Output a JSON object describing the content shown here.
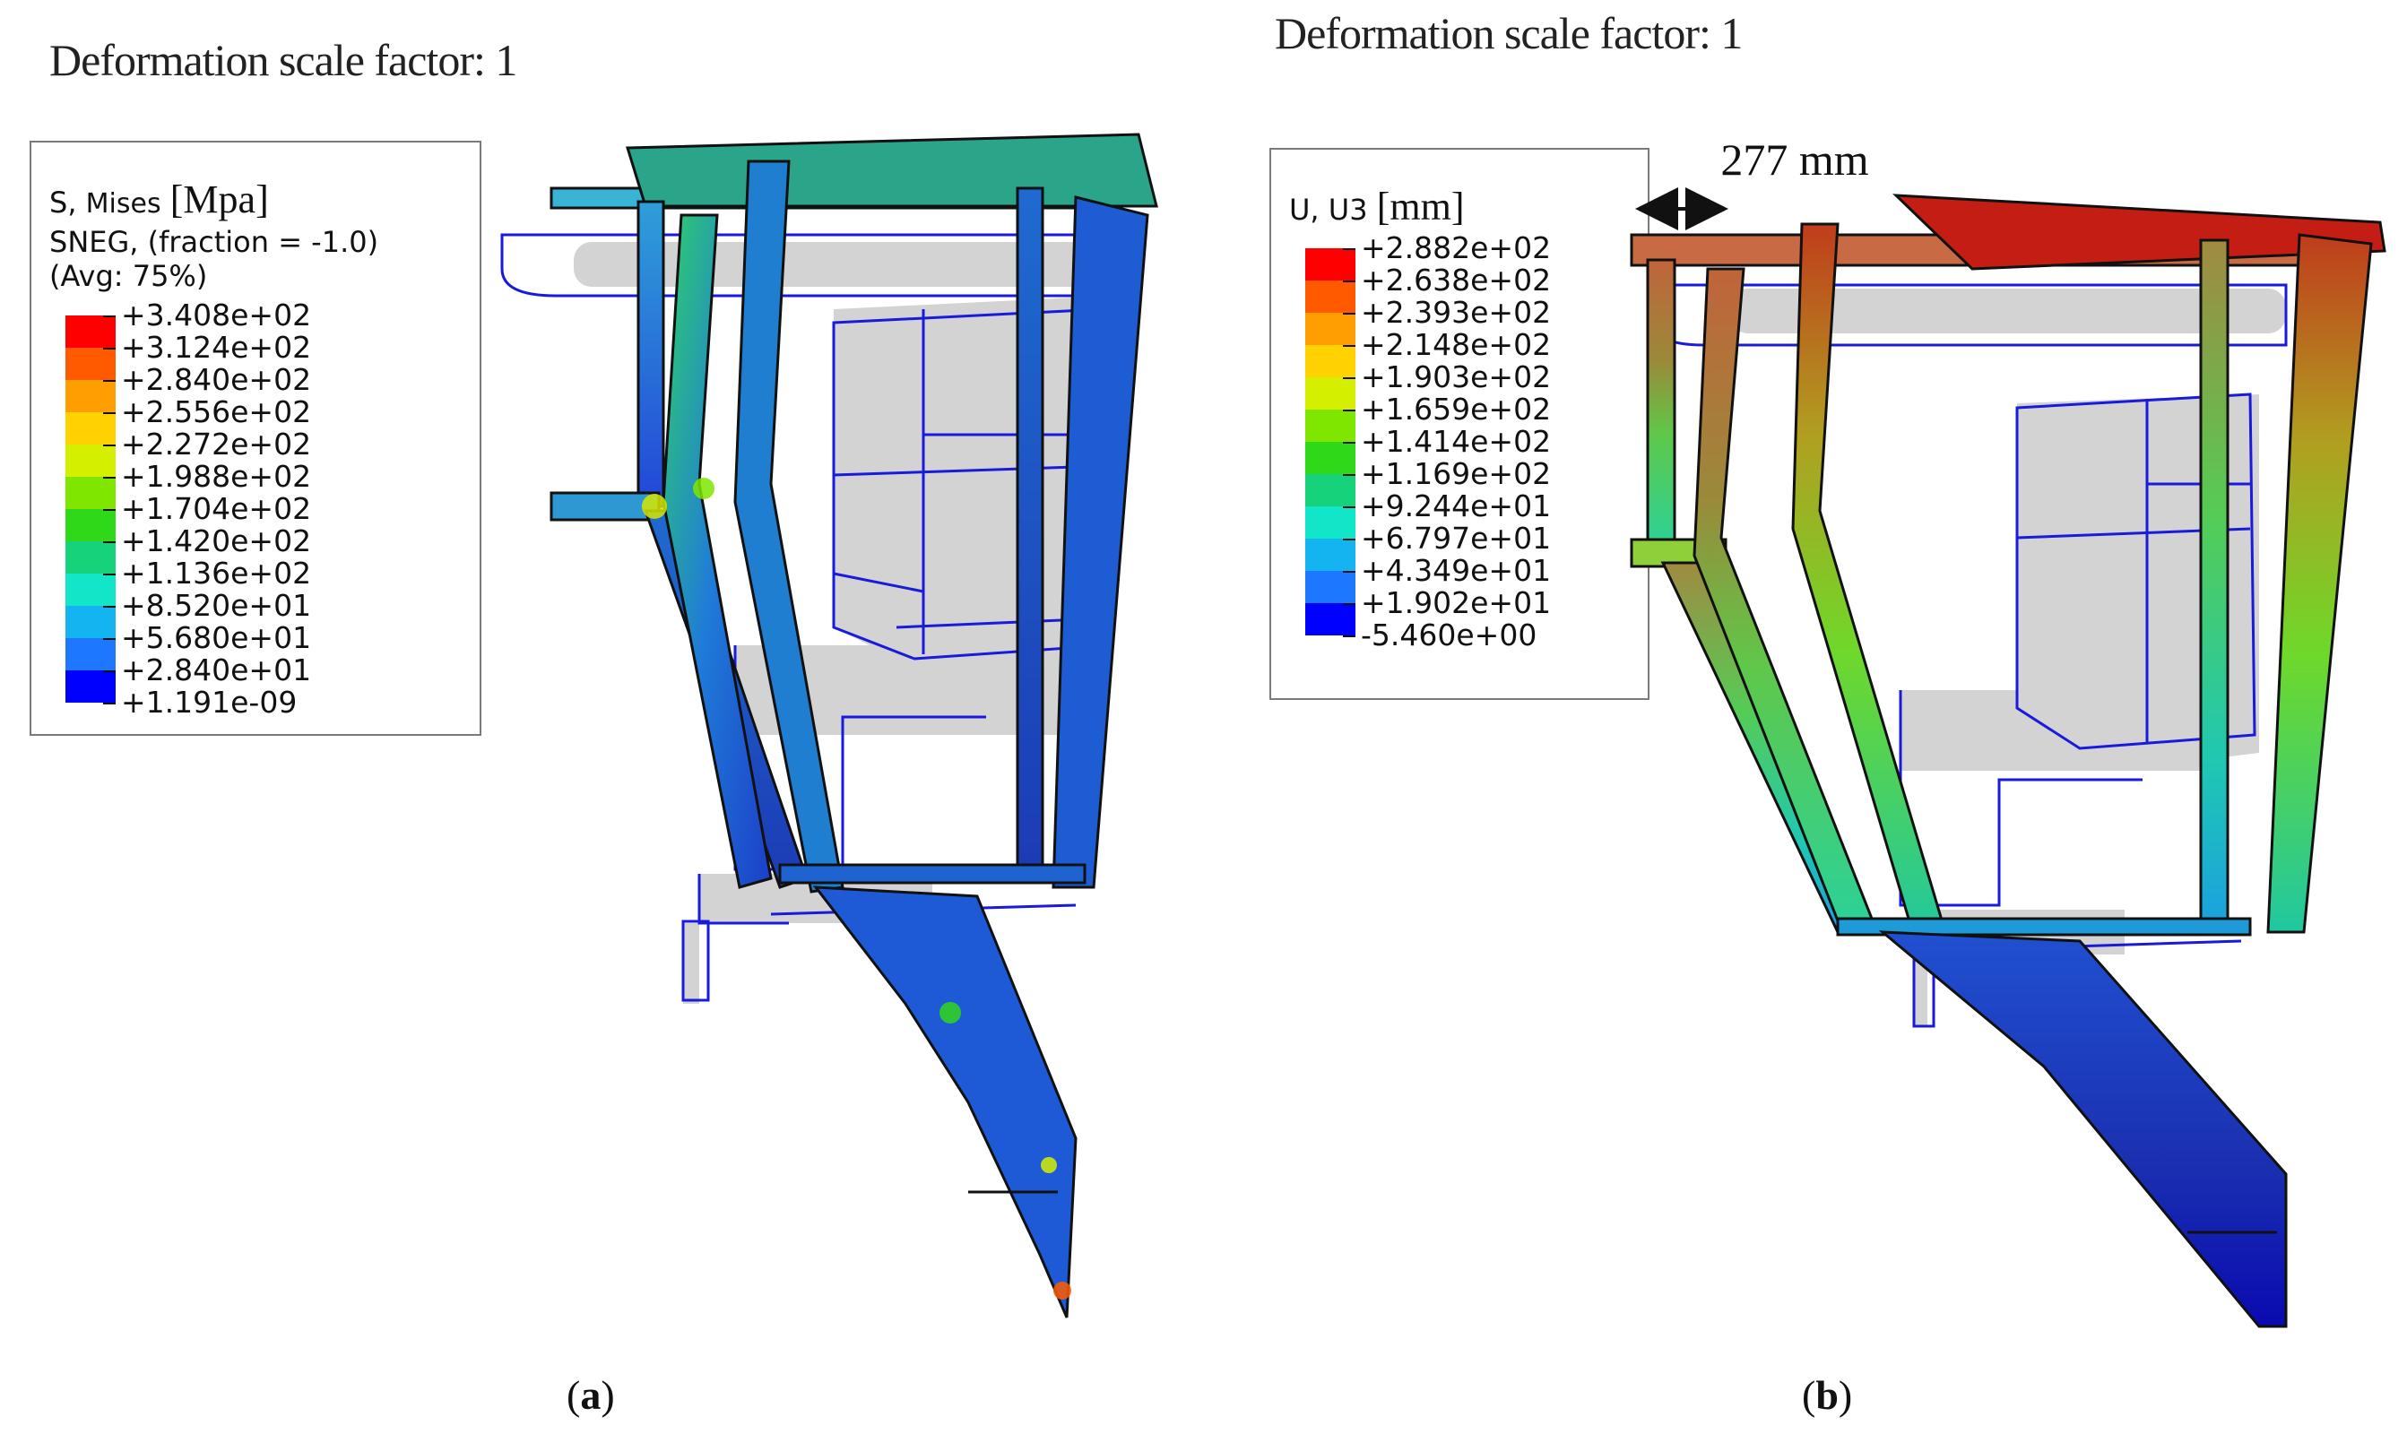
{
  "panel_a": {
    "title": "Deformation scale factor: 1",
    "caption_open": "(",
    "caption_letter": "a",
    "caption_close": ")",
    "legend": {
      "var_label": "S, ",
      "var_sub": "Mises",
      "unit": "[Mpa]",
      "line2": "SNEG, (fraction = -1.0)",
      "line3": "(Avg: 75%)",
      "ticks": [
        "+3.408e+02",
        "+3.124e+02",
        "+2.840e+02",
        "+2.556e+02",
        "+2.272e+02",
        "+1.988e+02",
        "+1.704e+02",
        "+1.420e+02",
        "+1.136e+02",
        "+8.520e+01",
        "+5.680e+01",
        "+2.840e+01",
        "+1.191e-09"
      ]
    }
  },
  "panel_b": {
    "title": "Deformation scale factor: 1",
    "caption_open": "(",
    "caption_letter": "b",
    "caption_close": ")",
    "dimension_label": "277 mm",
    "legend": {
      "var_label": "U, U3",
      "unit": "[mm]",
      "ticks": [
        "+2.882e+02",
        "+2.638e+02",
        "+2.393e+02",
        "+2.148e+02",
        "+1.903e+02",
        "+1.659e+02",
        "+1.414e+02",
        "+1.169e+02",
        "+9.244e+01",
        "+6.797e+01",
        "+4.349e+01",
        "+1.902e+01",
        "-5.460e+00"
      ]
    }
  },
  "colors": {
    "scale": [
      "#ff0000",
      "#ff5a00",
      "#ff9e00",
      "#ffd200",
      "#d4f000",
      "#7fe600",
      "#30d81a",
      "#16d27a",
      "#11e6c8",
      "#14b4f0",
      "#1e78ff",
      "#1e3cff",
      "#0000ff"
    ],
    "wire": "#1a1adc",
    "grey_body": "#cfcfcf"
  }
}
